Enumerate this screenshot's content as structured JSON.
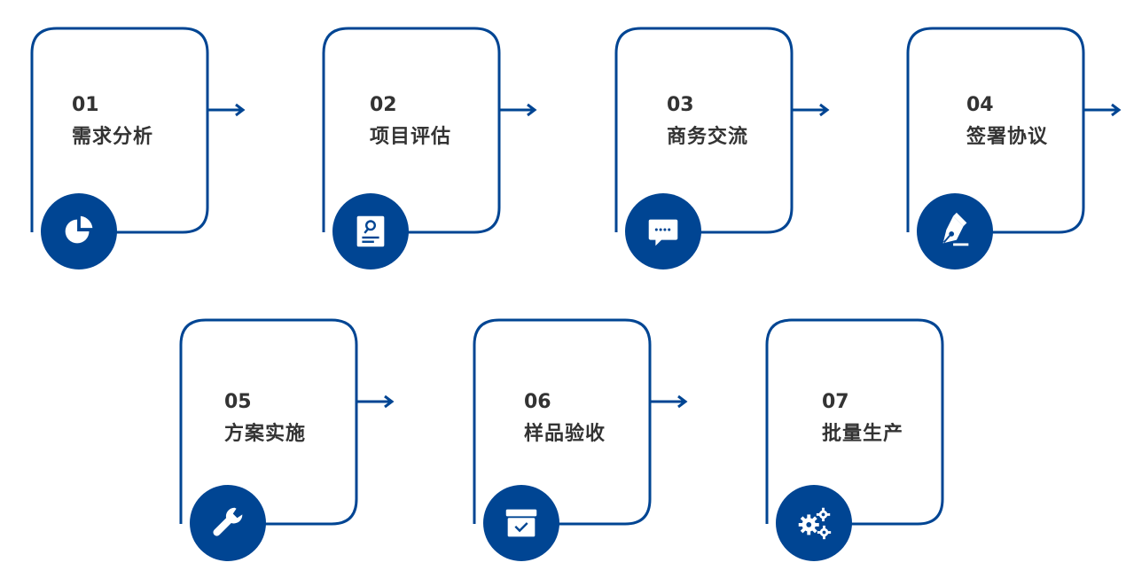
{
  "colors": {
    "primary": "#004593",
    "text": "#333333",
    "background": "#ffffff"
  },
  "steps": [
    {
      "number": "01",
      "label": "需求分析",
      "icon": "pie-chart-icon"
    },
    {
      "number": "02",
      "label": "项目评估",
      "icon": "document-search-icon"
    },
    {
      "number": "03",
      "label": "商务交流",
      "icon": "chat-bubble-icon"
    },
    {
      "number": "04",
      "label": "签署协议",
      "icon": "fountain-pen-icon"
    },
    {
      "number": "05",
      "label": "方案实施",
      "icon": "wrench-icon"
    },
    {
      "number": "06",
      "label": "样品验收",
      "icon": "checked-box-icon"
    },
    {
      "number": "07",
      "label": "批量生产",
      "icon": "gears-icon"
    }
  ]
}
